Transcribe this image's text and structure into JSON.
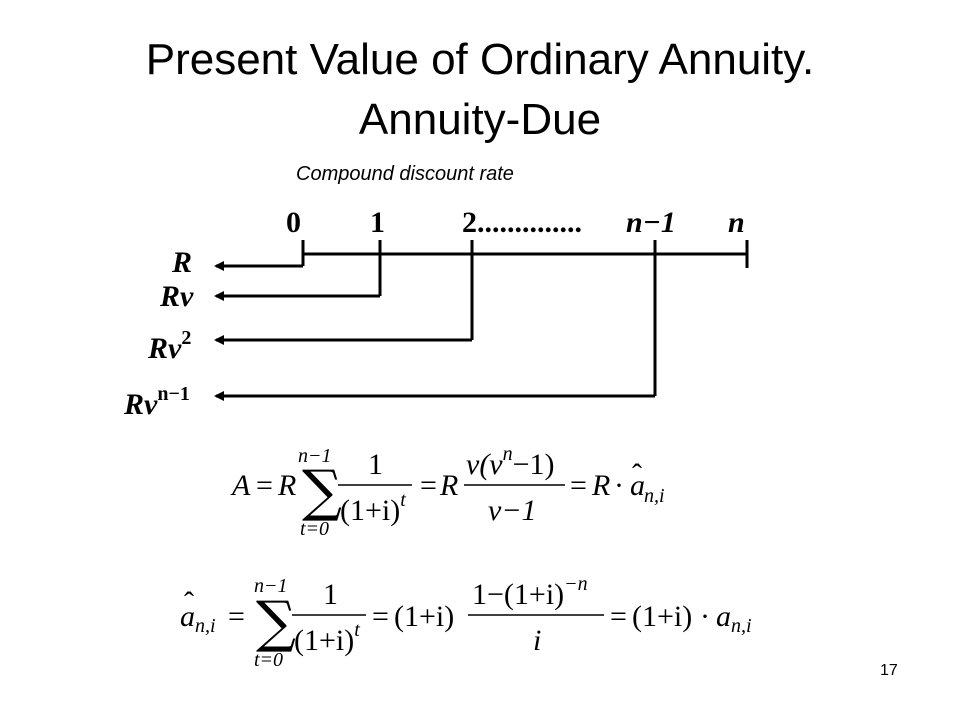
{
  "slide": {
    "title_line1": "Present Value of Ordinary Annuity.",
    "title_line2": "Annuity-Due",
    "subtitle": "Compound discount rate",
    "page_number": "17"
  },
  "timeline": {
    "tick_labels": [
      "0",
      "1",
      "2..............",
      "n−1",
      "n"
    ],
    "row_labels": [
      {
        "base": "R",
        "sup": ""
      },
      {
        "base": "Rv",
        "sup": ""
      },
      {
        "base": "Rv",
        "sup": "2"
      },
      {
        "base": "Rv",
        "sup": "n−1"
      }
    ]
  },
  "formulas": {
    "f1": {
      "lhs": "A",
      "eq": "=",
      "R": "R",
      "sum_upper": "n−1",
      "sum_lower": "t=0",
      "frac1_num": "1",
      "frac1_den": "(1+i)",
      "frac1_den_sup": "t",
      "frac2_num": "v(v",
      "frac2_num_sup": "n",
      "frac2_num_tail": "−1)",
      "frac2_den": "v−1",
      "dot": "·",
      "a": "a",
      "hat": "ˆ",
      "sub": "n,i"
    },
    "f2": {
      "a": "a",
      "hat": "ˆ",
      "sub": "n,i",
      "eq": "=",
      "sum_upper": "n−1",
      "sum_lower": "t=0",
      "frac1_num": "1",
      "frac1_den": "(1+i)",
      "frac1_den_sup": "t",
      "factor": "(1+i)",
      "frac2_num": "1−(1+i)",
      "frac2_num_sup": "−n",
      "frac2_den": "i",
      "dot": "·"
    }
  }
}
